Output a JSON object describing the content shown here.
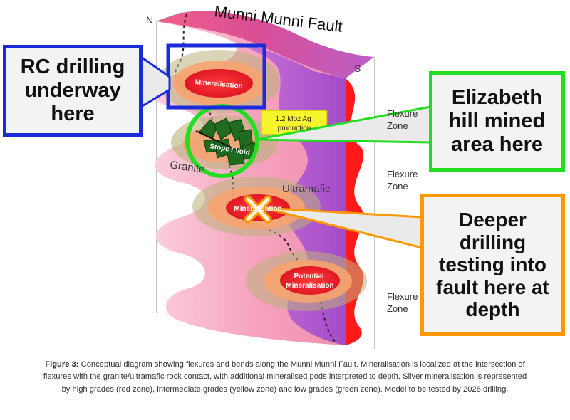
{
  "diagram": {
    "fault_title": "Munni Munni Fault",
    "compass_n": "N",
    "compass_s": "S",
    "flexure_labels": [
      [
        "Flexure",
        "Zone"
      ],
      [
        "Flexure",
        "Zone"
      ],
      [
        "Flexure",
        "Zone"
      ]
    ],
    "rock_granite": "Granite",
    "rock_ultramafic": "Ultramafic",
    "zone_mineralisation_top": "Mineralisation",
    "zone_stope": "Stope / Void",
    "zone_production": [
      "1.2 Moz Ag",
      "production"
    ],
    "zone_mineralisation_mid": "Mineralisation",
    "zone_potential": [
      "Potential",
      "Mineralisation"
    ]
  },
  "callouts": {
    "rc_drilling": [
      "RC drilling",
      "underway",
      "here"
    ],
    "elizabeth_hill": [
      "Elizabeth",
      "hill mined",
      "area here"
    ],
    "deeper_drilling": [
      "Deeper",
      "drilling",
      "testing into",
      "fault here at",
      "depth"
    ]
  },
  "caption": {
    "figure_label": "Figure 3:",
    "text": "Conceptual diagram showing flexures and bends along the Munni Munni Fault. Mineralisation is localized at the intersection of flexures with the granite/ultramafic rock contact, with additional mineralised pods interpreted to depth. Silver mineralisation is represented by high grades (red zone), intermediate grades (yellow zone) and low grades (green zone). Model to be tested by 2026 drilling."
  },
  "colors": {
    "callout_blue": "#1a2bd9",
    "callout_green": "#22dd22",
    "callout_orange": "#ff9800",
    "granite_pink": "#f7a9c1",
    "ultramafic_purple": "#b35ad0",
    "high_grade_red": "#e8192c",
    "mid_grade_orange": "#f6a46f",
    "low_grade_green": "#b9b27a",
    "fault_red": "#ff0000"
  }
}
